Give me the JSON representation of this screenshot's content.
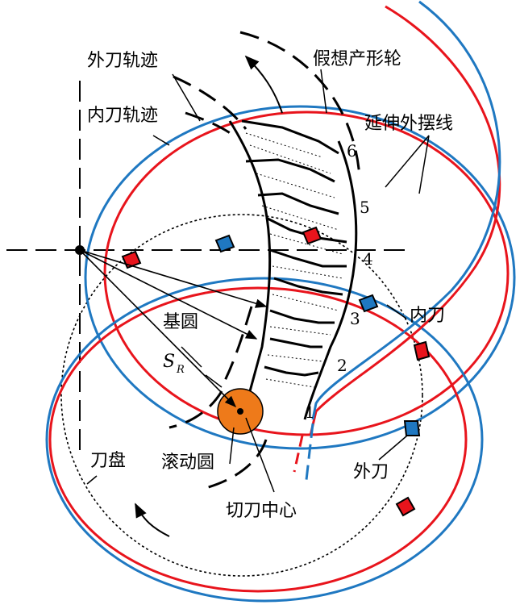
{
  "labels": {
    "outer_blade_path": "外刀轨迹",
    "inner_blade_path": "内刀轨迹",
    "generating_gear": "假想产形轮",
    "extended_epicycloid": "延伸外摆线",
    "base_circle": "基圆",
    "sr_main": "S",
    "sr_sub": "R",
    "inner_blade": "内刀",
    "outer_blade": "外刀",
    "cutter_head": "刀盘",
    "rolling_circle": "滚动圆",
    "cutter_center": "切刀中心"
  },
  "tooth_numbers": [
    "1",
    "2",
    "3",
    "4",
    "5",
    "6"
  ],
  "colors": {
    "inner": "#e8141c",
    "outer": "#1f78c1",
    "rolling_circle": "#ee7a1a",
    "line": "#000000"
  }
}
